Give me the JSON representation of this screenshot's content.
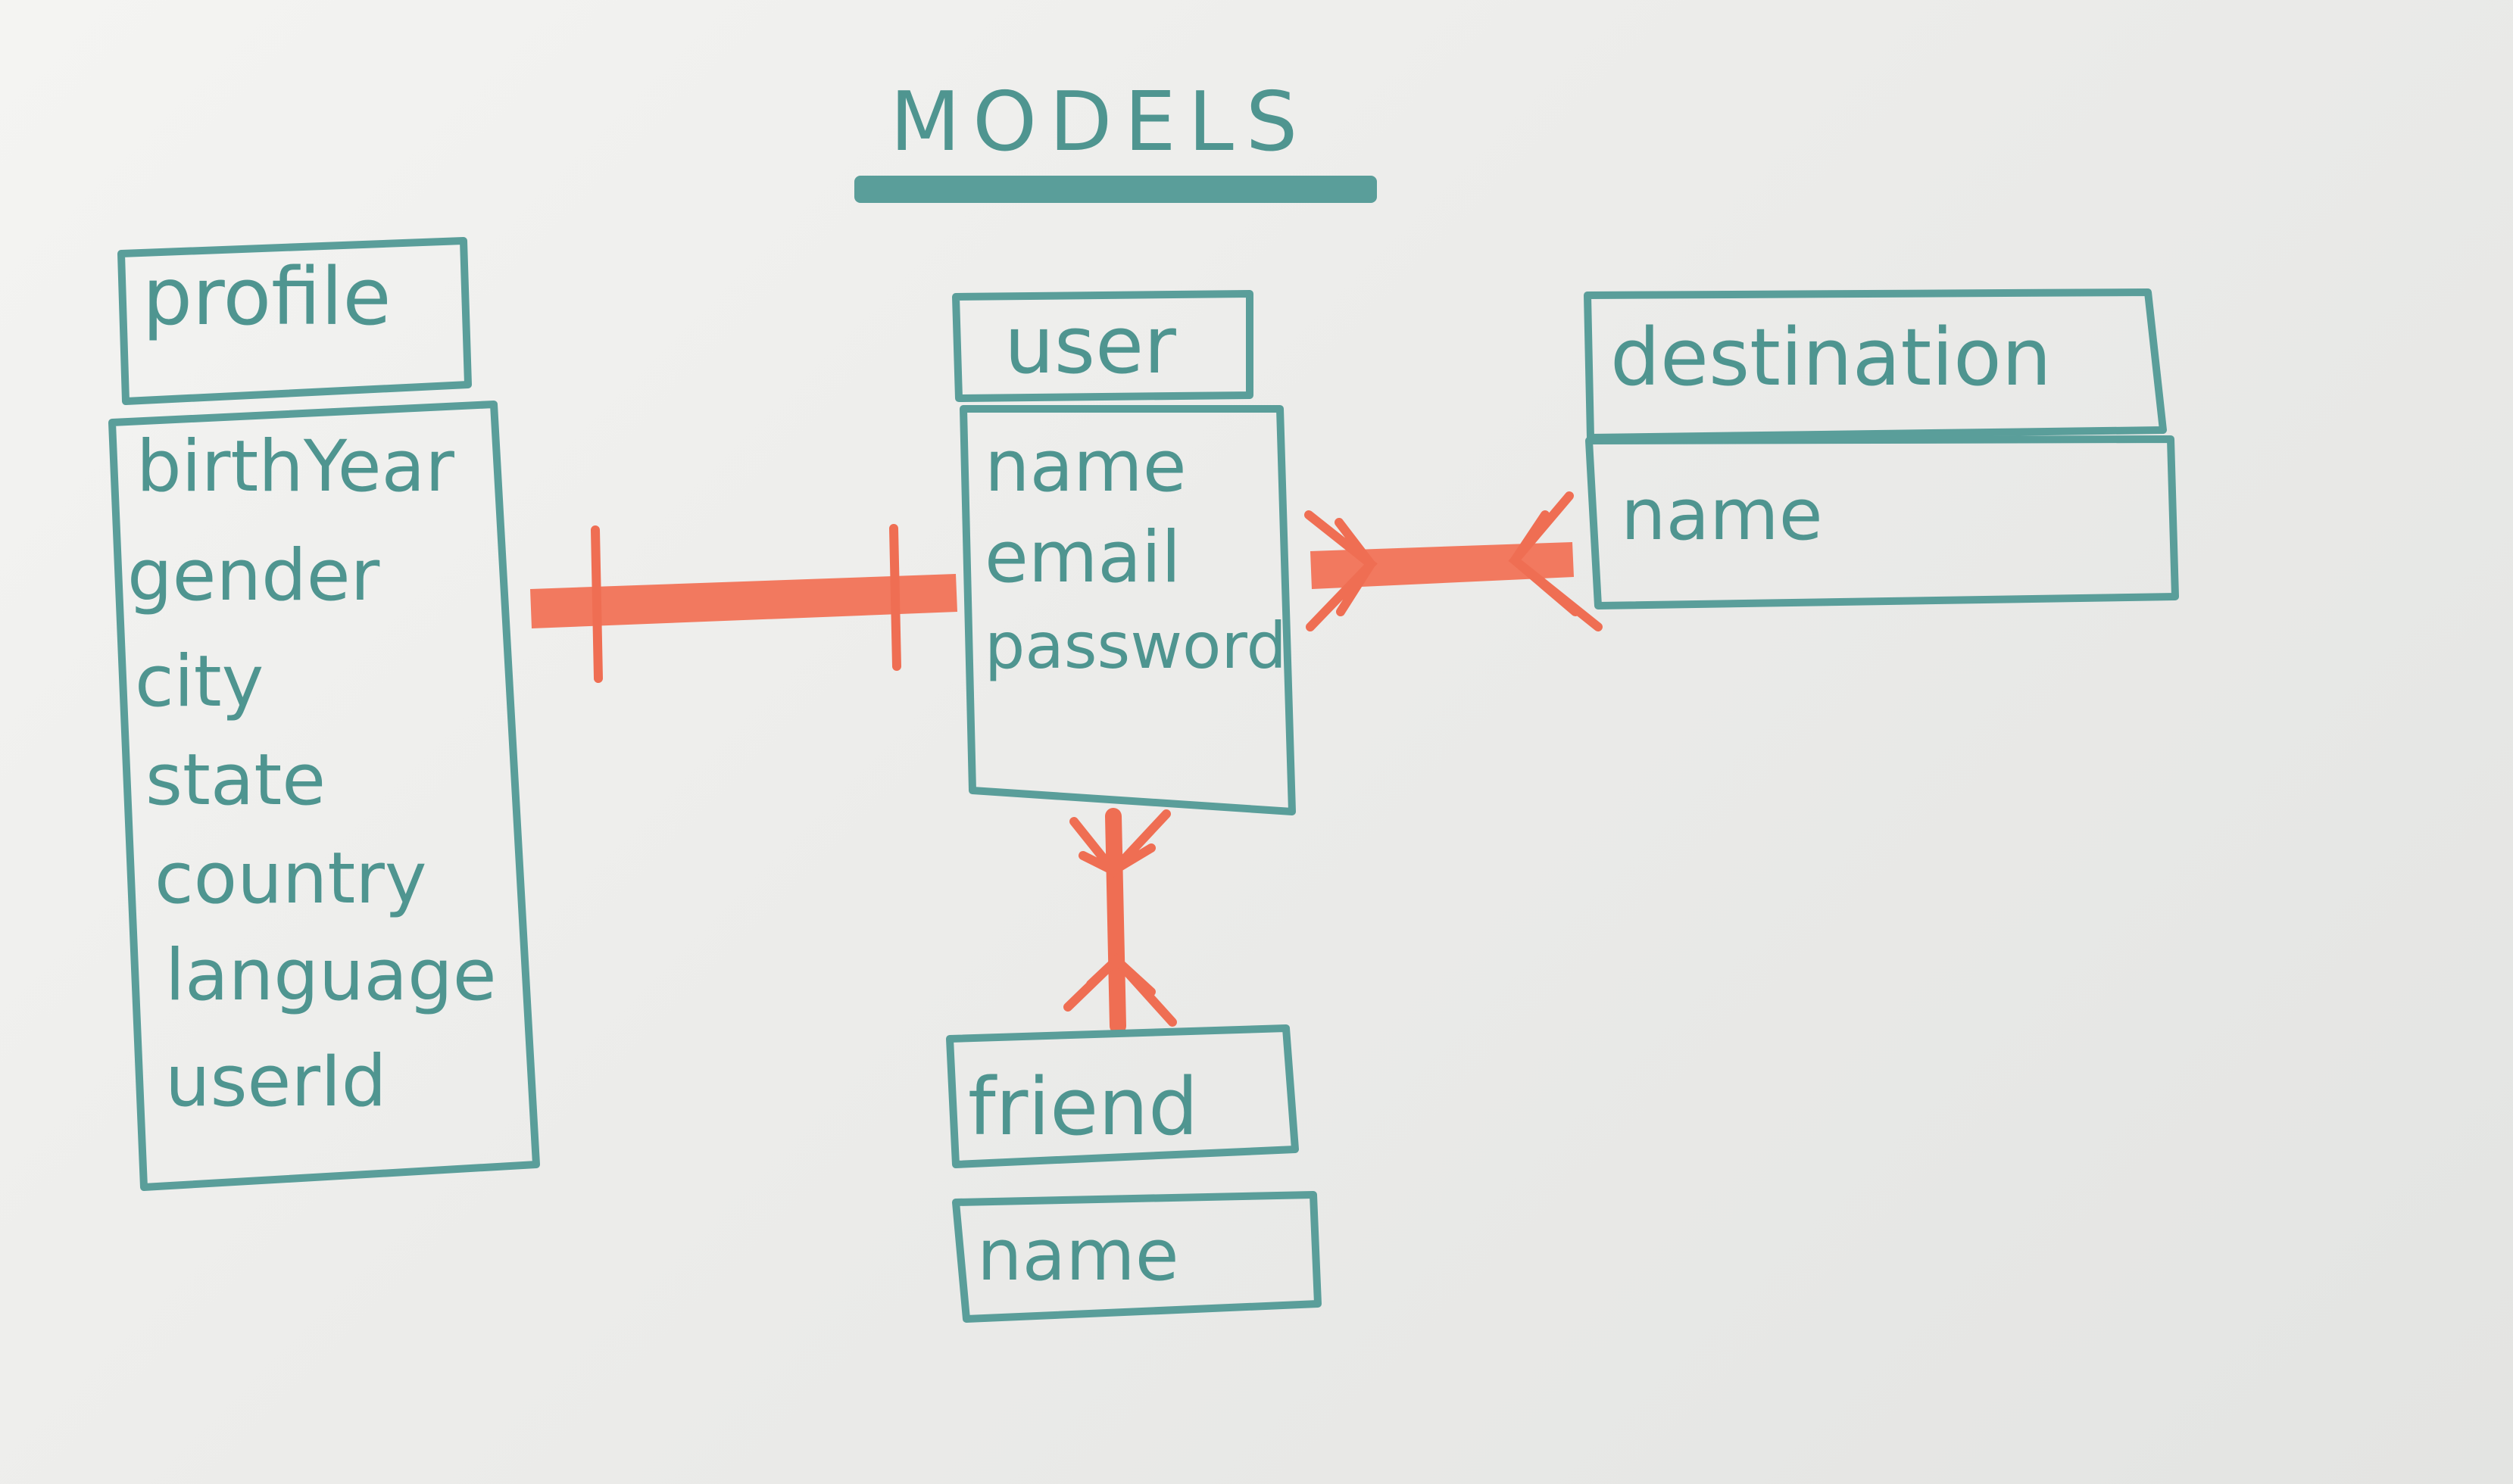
{
  "title": "MODELS",
  "colors": {
    "ink": "#4f9590",
    "underline": "#5a9e9a",
    "relationship": "#ef6e53"
  },
  "entities": {
    "profile": {
      "name": "profile",
      "fields": [
        "birthYear",
        "gender",
        "city",
        "state",
        "country",
        "language",
        "userId"
      ]
    },
    "user": {
      "name": "user",
      "fields": [
        "name",
        "email",
        "password"
      ]
    },
    "destination": {
      "name": "destination",
      "fields": [
        "name"
      ]
    },
    "friend": {
      "name": "friend",
      "fields": [
        "name"
      ]
    }
  }
}
